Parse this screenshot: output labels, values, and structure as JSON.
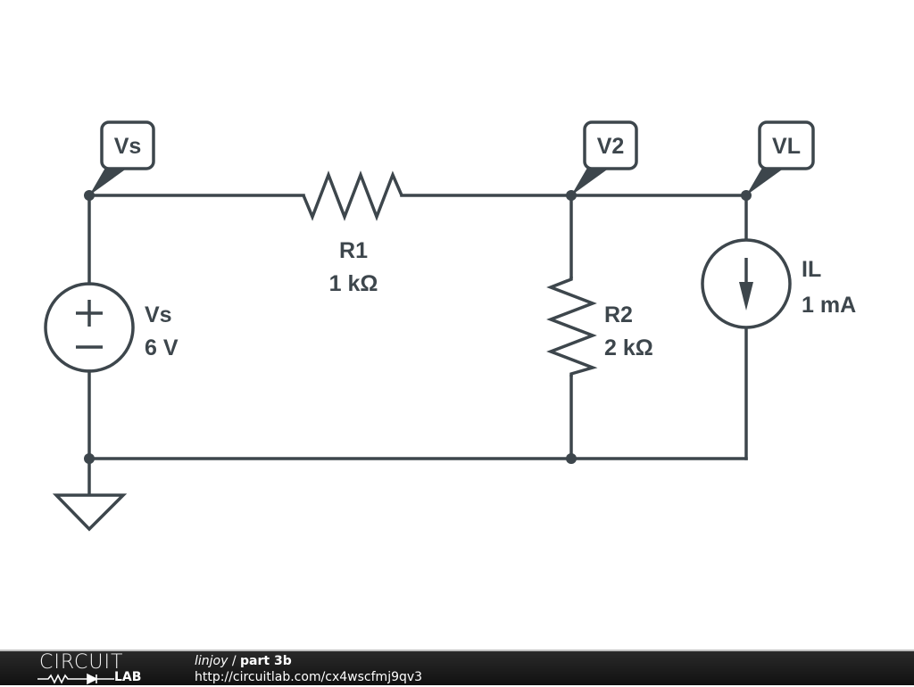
{
  "schematic": {
    "node_labels": [
      {
        "name": "Vs"
      },
      {
        "name": "V2"
      },
      {
        "name": "VL"
      }
    ],
    "components": {
      "R1": {
        "name": "R1",
        "value": "1 kΩ"
      },
      "R2": {
        "name": "R2",
        "value": "2 kΩ"
      },
      "Vs": {
        "name": "Vs",
        "value": "6 V"
      },
      "IL": {
        "name": "IL",
        "value": "1 mA"
      }
    },
    "colors": {
      "stroke": "#3d464c",
      "background": "#ffffff"
    }
  },
  "footer": {
    "logo_top": "CIRCUIT",
    "logo_bottom": "LAB",
    "user": "linjoy",
    "separator": " / ",
    "title": "part 3b",
    "url": "http://circuitlab.com/cx4wscfmj9qv3"
  }
}
